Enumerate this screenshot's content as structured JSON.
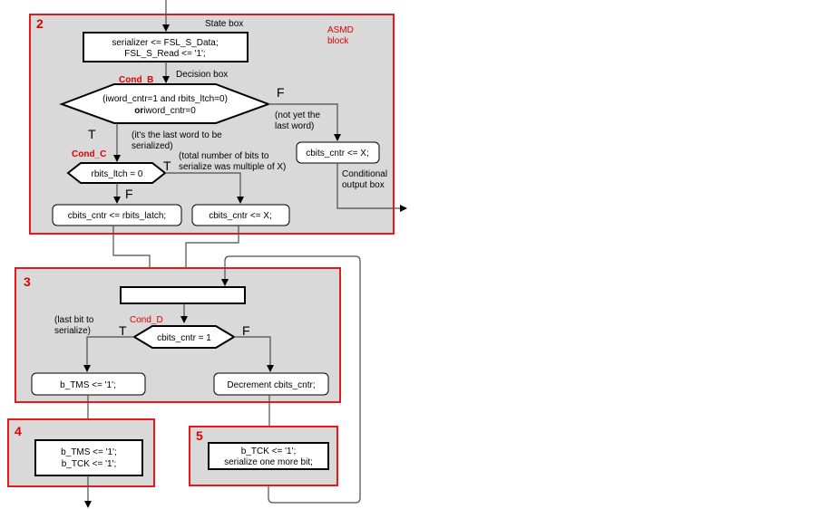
{
  "block2": {
    "number": "2",
    "state_box_label": "State box",
    "asmd_line1": "ASMD",
    "asmd_line2": "block",
    "state_line1": "serializer <= FSL_S_Data;",
    "state_line2": "FSL_S_Read <= '1';",
    "cond_b": "Cond_B",
    "decision_box_label": "Decision box",
    "decision_line1": "(iword_cntr=1 and rbits_ltch=0)",
    "decision_or": "or",
    "decision_line2_rest": "iword_cntr=0",
    "f_label": "F",
    "not_yet_line1": "(not yet the",
    "not_yet_line2": "last word)",
    "t_label": "T",
    "last_word_line1": "(it's the last word to be",
    "last_word_line2": "serialized)",
    "cond_c": "Cond_C",
    "dec2_text": "rbits_ltch = 0",
    "t2_label": "T",
    "total_line1": "(total number of bits to",
    "total_line2": "serialize was multiple of X)",
    "f2_label": "F",
    "cond_box_right": "cbits_cntr <= X;",
    "cond_out_line1": "Conditional",
    "cond_out_line2": "output box",
    "box_left": "cbits_cntr <= rbits_latch;",
    "box_mid": "cbits_cntr <= X;"
  },
  "block3": {
    "number": "3",
    "last_bit_line1": "(last bit to",
    "last_bit_line2": "serialize)",
    "cond_d": "Cond_D",
    "t_label": "T",
    "f_label": "F",
    "decision_text": "cbits_cntr = 1",
    "box_left": "b_TMS <= '1';",
    "box_right": "Decrement cbits_cntr;"
  },
  "block4": {
    "number": "4",
    "line1": "b_TMS <= '1';",
    "line2": "b_TCK <= '1';"
  },
  "block5": {
    "number": "5",
    "line1": "b_TCK <= '1';",
    "line2": "serialize one more bit;"
  }
}
